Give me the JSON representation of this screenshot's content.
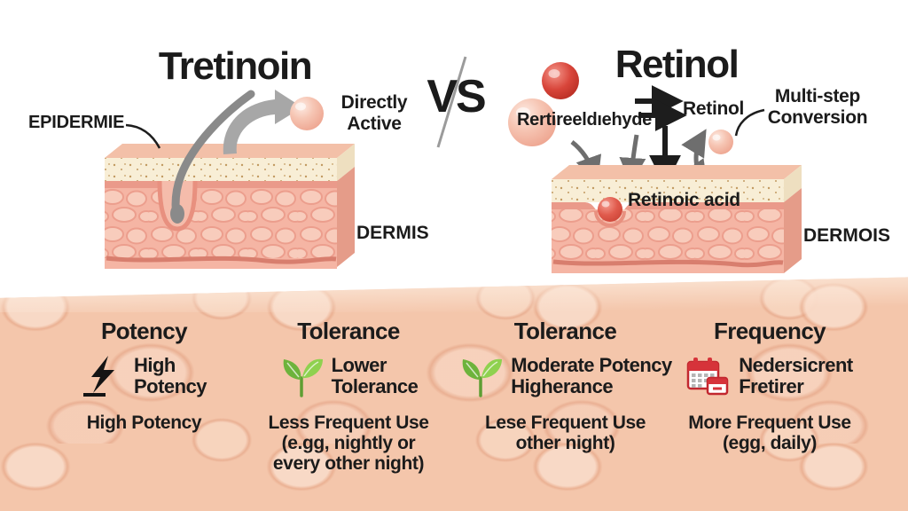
{
  "header": {
    "left_title": "Tretinoin",
    "vs": "VS",
    "right_title": "Retinol"
  },
  "left_diagram": {
    "epidermis_label": "EPIDERMIE",
    "active_note": "Directly\nActive",
    "dermis_label": "DERMIS"
  },
  "right_diagram": {
    "retinaldehyde_label": "Rertireeldıehyde",
    "retinol_step_label": "Retinol",
    "conversion_note": "Multi-step\nConversion",
    "retinoic_acid_label": "Retinoic acid",
    "dermis_label": "DERMOIS"
  },
  "bottom": {
    "columns": [
      {
        "heading": "Potency",
        "icon": "lightning-icon",
        "feature": "High\nPotency",
        "detail": "High Potency"
      },
      {
        "heading": "Tolerance",
        "icon": "seedling-icon",
        "feature": "Lower\nTolerance",
        "detail": "Less Frequent Use\n(e.gg, nightly or\nevery other night)"
      },
      {
        "heading": "Tolerance",
        "icon": "seedling-icon",
        "feature": "Moderate Potency\nHigherance",
        "detail": "Lese Frequent Use\nother night)"
      },
      {
        "heading": "Frequency",
        "icon": "calendar-icon",
        "feature": "Nedersicrent\nFretirer",
        "detail": "More Frequent Use\n(egg, daily)"
      }
    ]
  },
  "colors": {
    "text": "#1b1b1b",
    "skin_base": "#f4c6ab",
    "dermis_pink": "#f5b5a4",
    "epidermis_cream": "#f8eed6",
    "red_molecule": "#c8362b",
    "pink_molecule": "#f2b3a1",
    "leaf_green": "#79bd42",
    "calendar_red": "#d6333a",
    "arrow_gray": "#787878"
  }
}
